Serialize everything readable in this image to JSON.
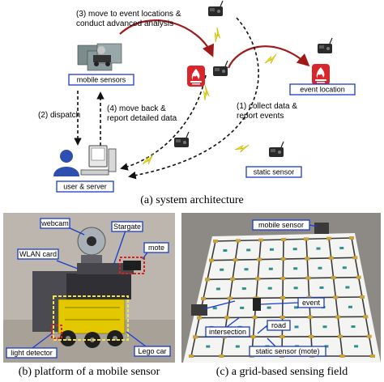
{
  "architecture": {
    "steps": {
      "step3_line1": "(3) move to event locations &",
      "step3_line2": "conduct advanced analysis",
      "step2": "(2) dispatch",
      "step4_line1": "(4) move back &",
      "step4_line2": "report detailed data",
      "step1_line1": "(1) collect data &",
      "step1_line2": "report events"
    },
    "labels": {
      "mobile_sensors": "mobile sensors",
      "event_location": "event location",
      "static_sensor": "static sensor",
      "user_server": "user & server"
    },
    "caption": "(a) system architecture"
  },
  "platform": {
    "labels": {
      "webcam": "webcam",
      "stargate": "Stargate",
      "mote": "mote",
      "wlan_card": "WLAN card",
      "light_detector": "light detector",
      "lego_car": "Lego car"
    },
    "caption": "(b) platform of a mobile sensor"
  },
  "field": {
    "labels": {
      "mobile_sensor": "mobile sensor",
      "event": "event",
      "intersection": "intersection",
      "road": "road",
      "static_sensor_mote": "static sensor (mote)"
    },
    "caption": "(c) a grid-based sensing field"
  },
  "colors": {
    "label_border": "#1a3cc8",
    "arrow_red": "#a01818",
    "lightning": "#f2e400",
    "fire_bg": "#d8262a",
    "highlight_red": "#e02020",
    "highlight_yellow": "#f0e24a"
  }
}
